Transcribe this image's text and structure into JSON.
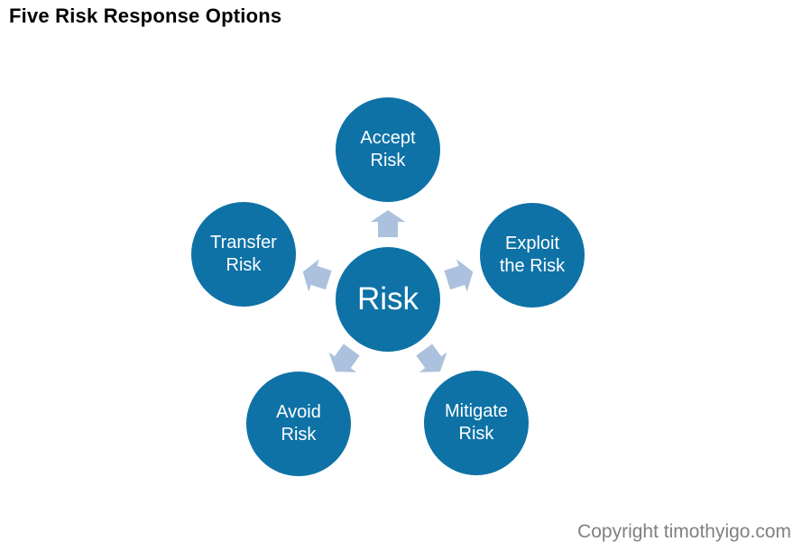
{
  "page": {
    "title": "Five Risk Response Options"
  },
  "footer": {
    "copyright": "Copyright timothyigo.com"
  },
  "colors": {
    "node_fill": "#0e72a6",
    "node_text": "#ffffff",
    "arrow_fill": "#abc1dd",
    "title_text": "#000000",
    "copyright_text": "#808080"
  },
  "diagram": {
    "type": "radial-cycle",
    "center": {
      "label": "Risk"
    },
    "nodes": {
      "accept": {
        "label": "Accept\nRisk"
      },
      "exploit": {
        "label": "Exploit\nthe Risk"
      },
      "mitigate": {
        "label": "Mitigate\nRisk"
      },
      "avoid": {
        "label": "Avoid\nRisk"
      },
      "transfer": {
        "label": "Transfer\nRisk"
      }
    }
  }
}
